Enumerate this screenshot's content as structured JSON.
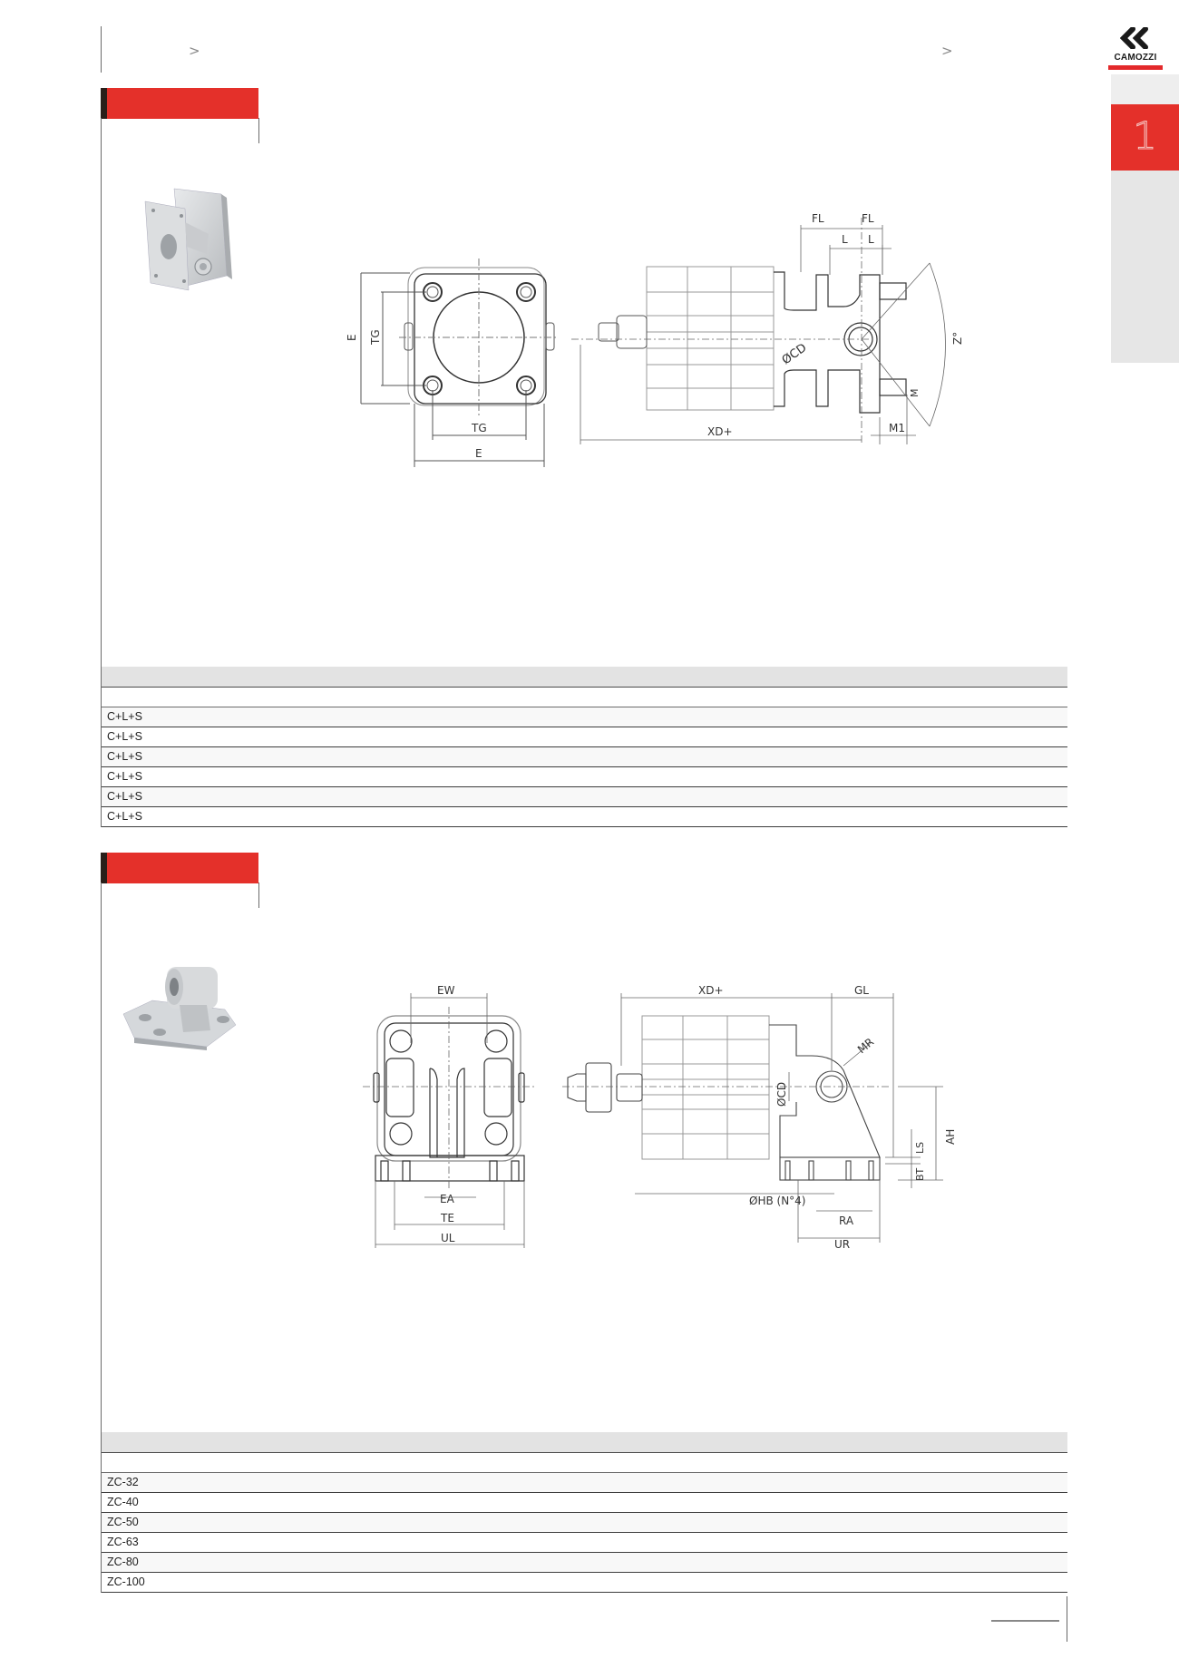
{
  "header": {
    "breadcrumb_left_arrow": ">",
    "breadcrumb_right_arrow": ">",
    "logo": {
      "mark": "CC",
      "wordmark": "CAMOZZI",
      "accent": "#e3292b"
    }
  },
  "side_tab": {
    "chapter_number": "1",
    "color": "#e4302a"
  },
  "sections": [
    {
      "header_color": "#e4302a",
      "product_image": "trunnion-mounting-clevis-bracket",
      "drawing": {
        "front_view_labels": [
          "E",
          "TG",
          "TG",
          "E"
        ],
        "side_view_labels": [
          "FL",
          "FL",
          "L",
          "L",
          "ØCD",
          "Z°",
          "M",
          "XD+",
          "M1"
        ]
      },
      "table": {
        "rows": [
          {
            "code": "C+L+S"
          },
          {
            "code": "C+L+S"
          },
          {
            "code": "C+L+S"
          },
          {
            "code": "C+L+S"
          },
          {
            "code": "C+L+S"
          },
          {
            "code": "C+L+S"
          }
        ]
      }
    },
    {
      "header_color": "#e4302a",
      "product_image": "counter-hinge-bracket",
      "drawing": {
        "front_view_labels": [
          "EW",
          "EA",
          "TE",
          "UL"
        ],
        "side_view_labels": [
          "XD+",
          "GL",
          "MR",
          "ØCD",
          "LS",
          "AH",
          "BT",
          "ØHB (N°4)",
          "RA",
          "UR"
        ]
      },
      "table": {
        "rows": [
          {
            "code": "ZC-32"
          },
          {
            "code": "ZC-40"
          },
          {
            "code": "ZC-50"
          },
          {
            "code": "ZC-63"
          },
          {
            "code": "ZC-80"
          },
          {
            "code": "ZC-100"
          }
        ]
      }
    }
  ],
  "labels": {
    "E": "E",
    "TG": "TG",
    "FL": "FL",
    "L": "L",
    "CD": "ØCD",
    "Z": "Z°",
    "M": "M",
    "XD": "XD+",
    "M1": "M1",
    "EW": "EW",
    "EA": "EA",
    "TE": "TE",
    "UL": "UL",
    "GL": "GL",
    "MR": "MR",
    "LS": "LS",
    "AH": "AH",
    "BT": "BT",
    "HB": "ØHB (N°4)",
    "RA": "RA",
    "UR": "UR"
  }
}
